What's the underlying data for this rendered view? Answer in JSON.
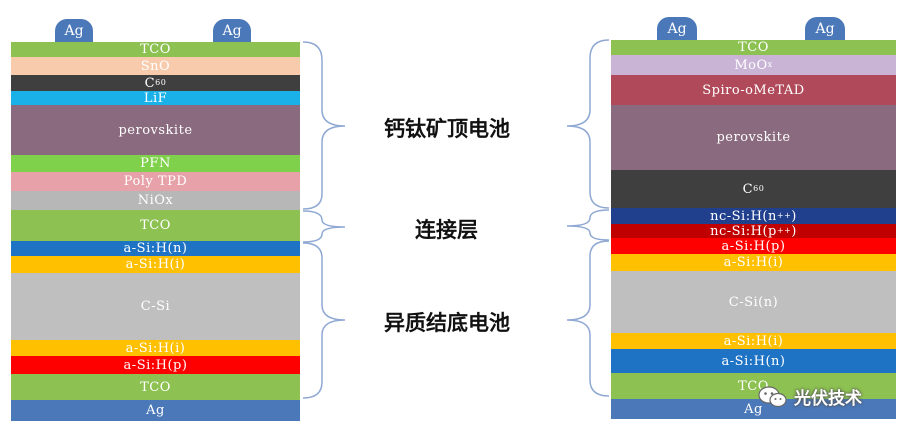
{
  "left_stack": {
    "contacts": [
      "Ag",
      "Ag"
    ],
    "layers": [
      {
        "text": "TCO",
        "color": "#8dc152"
      },
      {
        "text": "SnO",
        "color": "#f8cbad"
      },
      {
        "text": "C",
        "sub": "60",
        "color": "#3f3f3f"
      },
      {
        "text": "LiF",
        "color": "#1ab1e8"
      },
      {
        "text": "perovskite",
        "color": "#8a6a7e"
      },
      {
        "text": "PFN",
        "color": "#7fd04b"
      },
      {
        "text": "Poly TPD",
        "color": "#e6a2a8"
      },
      {
        "text": "NiOx",
        "color": "#b7b7b7"
      },
      {
        "text": "TCO",
        "color": "#8dc152"
      },
      {
        "text": "a-Si:H(n)",
        "color": "#1f73c4"
      },
      {
        "text": "a-Si:H(i)",
        "color": "#ffc000"
      },
      {
        "text": "C-Si",
        "color": "#bfbfbf"
      },
      {
        "text": "a-Si:H(i)",
        "color": "#ffc000"
      },
      {
        "text": "a-Si:H(p)",
        "color": "#ff0000"
      },
      {
        "text": "TCO",
        "color": "#8dc152"
      },
      {
        "text": "Ag",
        "color": "#4a78b8"
      }
    ]
  },
  "right_stack": {
    "contacts": [
      "Ag",
      "Ag"
    ],
    "layers": [
      {
        "text": "TCO",
        "color": "#8dc152"
      },
      {
        "text": "MoO",
        "sub": "x",
        "color": "#c9b4d6"
      },
      {
        "text": "Spiro-oMeTAD",
        "color": "#b04a5a"
      },
      {
        "text": "perovskite",
        "color": "#8a6a7e"
      },
      {
        "text": "C",
        "sub": "60",
        "color": "#3f3f3f"
      },
      {
        "text": "nc-Si:H(n",
        "sup": "++",
        "tail": ")",
        "color": "#203f8c"
      },
      {
        "text": "nc-Si:H(p",
        "sup": "++",
        "tail": ")",
        "color": "#c00000"
      },
      {
        "text": "a-Si:H(p)",
        "color": "#ff0000"
      },
      {
        "text": "a-Si:H(i)",
        "color": "#ffc000"
      },
      {
        "text": "C-Si(n)",
        "color": "#bfbfbf"
      },
      {
        "text": "a-Si:H(i)",
        "color": "#ffc000"
      },
      {
        "text": "a-Si:H(n)",
        "color": "#1f73c4"
      },
      {
        "text": "TCO",
        "color": "#8dc152"
      },
      {
        "text": "Ag",
        "color": "#4a78b8"
      }
    ]
  },
  "labels": {
    "top": "钙钛矿顶电池",
    "middle": "连接层",
    "bottom": "异质结底电池"
  },
  "watermark": {
    "text": "光伏技术",
    "icon": "wechat-icon"
  },
  "colors": {
    "brace": "#8fa9d3",
    "contact": "#4a78b8"
  }
}
